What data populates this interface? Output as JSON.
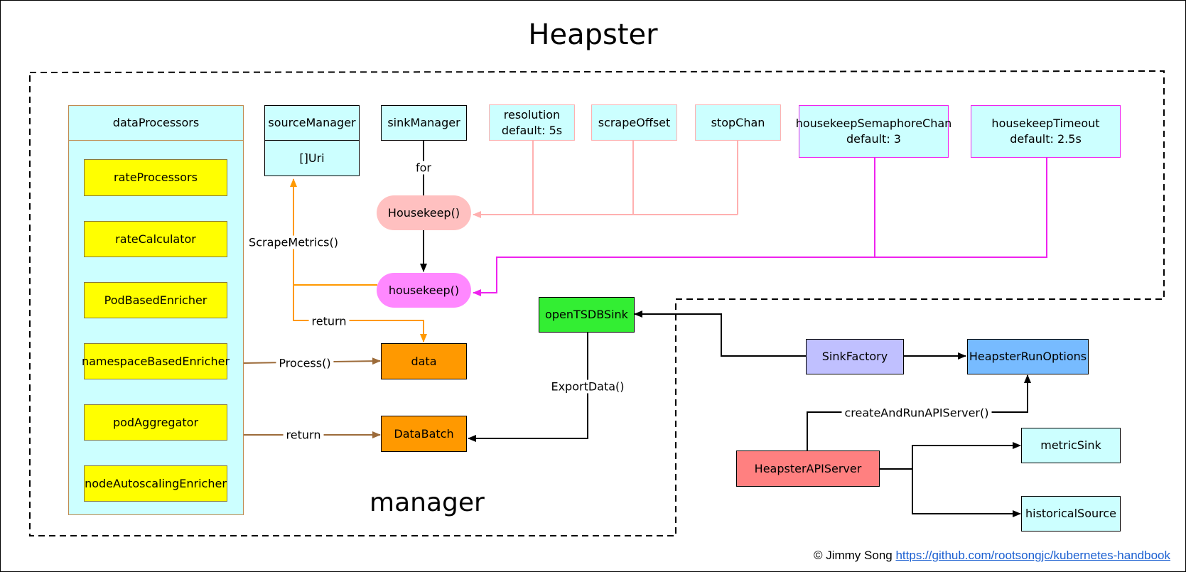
{
  "title": "Heapster",
  "manager_label": "manager",
  "credit": {
    "author": "© Jimmy Song",
    "link": "https://github.com/rootsongjc/kubernetes-handbook"
  },
  "data_processors": {
    "header": "dataProcessors",
    "items": [
      "rateProcessors",
      "rateCalculator",
      "PodBasedEnricher",
      "namespaceBasedEnricher",
      "podAggregator",
      "nodeAutoscalingEnricher"
    ]
  },
  "source_manager": {
    "label": "sourceManager",
    "field": "[]Uri"
  },
  "sink_manager": {
    "label": "sinkManager"
  },
  "params": {
    "resolution": "resolution\ndefault: 5s",
    "scrape_offset": "scrapeOffset",
    "stop_chan": "stopChan",
    "housekeep_semaphore_chan": "housekeepSemaphoreChan\ndefault: 3",
    "housekeep_timeout": "housekeepTimeout\ndefault: 2.5s"
  },
  "nodes": {
    "housekeep_upper": "Housekeep()",
    "housekeep_lower": "housekeep()",
    "data": "data",
    "data_batch": "DataBatch",
    "opentsdb_sink": "openTSDBSink",
    "sink_factory": "SinkFactory",
    "heapster_run_options": "HeapsterRunOptions",
    "heapster_api_server": "HeapsterAPIServer",
    "metric_sink": "metricSink",
    "historical_source": "historicalSource"
  },
  "edge_labels": {
    "for": "for",
    "scrape_metrics": "ScrapeMetrics()",
    "return_data": "return",
    "process": "Process()",
    "return_batch": "return",
    "export_data": "ExportData()",
    "create_and_run": "createAndRunAPIServer()"
  },
  "colors": {
    "cyan_box": "#ccffff",
    "yellow_box": "#ffff00",
    "orange_box": "#ff9900",
    "pink_box": "#ffc0c0",
    "magenta_box": "#ff88ff",
    "green_box": "#33ee33",
    "lavender_box": "#c0c0ff",
    "blue_box": "#77bbff",
    "red_box": "#ff8080",
    "orange_edge": "#ff9900",
    "pink_edge": "#ffb0b0",
    "magenta_edge": "#ee22ee",
    "brown_edge": "#9c6b3a",
    "link": "#1a5fd1"
  }
}
